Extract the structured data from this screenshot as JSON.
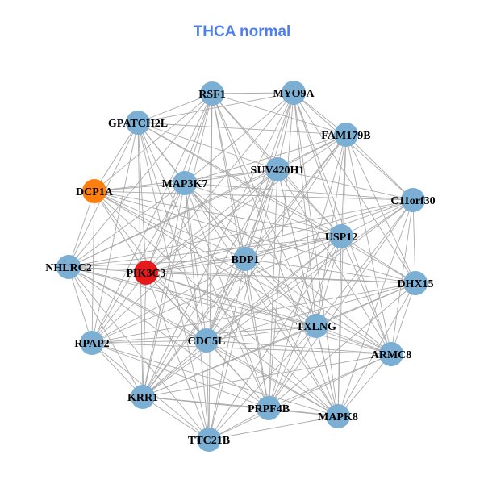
{
  "title": "THCA normal",
  "colors": {
    "default": "#7bafd4",
    "highlight_orange": "#ff7f0e",
    "highlight_red": "#e41a1c",
    "edge": "#aaaaaa",
    "title": "#4d7ef0"
  },
  "nodes": [
    {
      "label": "RSF1",
      "color": "default"
    },
    {
      "label": "MYO9A",
      "color": "default"
    },
    {
      "label": "GPATCH2L",
      "color": "default"
    },
    {
      "label": "FAM179B",
      "color": "default"
    },
    {
      "label": "SUV420H1",
      "color": "default"
    },
    {
      "label": "MAP3K7",
      "color": "default"
    },
    {
      "label": "DCP1A",
      "color": "highlight_orange"
    },
    {
      "label": "C11orf30",
      "color": "default"
    },
    {
      "label": "USP12",
      "color": "default"
    },
    {
      "label": "BDP1",
      "color": "default"
    },
    {
      "label": "NHLRC2",
      "color": "default"
    },
    {
      "label": "PIK3C3",
      "color": "highlight_red"
    },
    {
      "label": "DHX15",
      "color": "default"
    },
    {
      "label": "TXLNG",
      "color": "default"
    },
    {
      "label": "CDC5L",
      "color": "default"
    },
    {
      "label": "RPAP2",
      "color": "default"
    },
    {
      "label": "ARMC8",
      "color": "default"
    },
    {
      "label": "KRR1",
      "color": "default"
    },
    {
      "label": "PRPF4B",
      "color": "default"
    },
    {
      "label": "MAPK8",
      "color": "default"
    },
    {
      "label": "TTC21B",
      "color": "default"
    }
  ],
  "adjacency": [
    [
      1,
      2,
      3,
      4,
      5,
      6,
      8,
      9,
      10,
      11,
      13,
      14,
      15,
      17,
      18,
      19,
      20
    ],
    [
      2,
      3,
      4,
      5,
      7,
      8,
      9,
      11,
      12,
      13,
      14,
      16,
      17,
      18,
      19
    ],
    [
      3,
      4,
      5,
      6,
      8,
      9,
      10,
      11,
      12,
      14,
      15,
      17,
      18,
      20
    ],
    [
      4,
      5,
      7,
      8,
      9,
      10,
      11,
      12,
      13,
      14,
      16,
      17,
      18,
      19
    ],
    [
      5,
      6,
      7,
      8,
      9,
      10,
      11,
      13,
      14,
      15,
      16,
      17,
      18,
      19,
      20
    ],
    [
      6,
      7,
      8,
      9,
      10,
      11,
      13,
      14,
      15,
      16,
      17,
      18,
      19,
      20
    ],
    [
      7,
      8,
      9,
      10,
      11,
      12,
      13,
      14,
      15,
      16,
      19
    ],
    [
      8,
      9,
      10,
      11,
      12,
      13,
      14,
      16,
      17,
      18,
      19
    ],
    [
      9,
      10,
      11,
      12,
      13,
      14,
      15,
      16,
      17,
      18,
      19,
      20
    ],
    [
      10,
      11,
      12,
      13,
      14,
      15,
      16,
      17,
      18,
      19,
      20
    ],
    [
      11,
      12,
      13,
      14,
      15,
      16,
      17,
      18,
      19,
      20
    ],
    [
      12,
      13,
      14,
      15,
      16,
      17,
      18,
      19,
      20
    ],
    [
      13,
      14,
      15,
      16,
      17,
      18,
      19
    ],
    [
      14,
      15,
      16,
      17,
      18,
      19,
      20
    ],
    [
      15,
      16,
      17,
      18,
      19,
      20
    ],
    [
      16,
      17,
      18,
      19,
      20
    ],
    [
      17,
      18,
      19,
      20
    ],
    [
      18,
      19,
      20
    ],
    [
      19,
      20
    ],
    [
      20
    ],
    []
  ]
}
